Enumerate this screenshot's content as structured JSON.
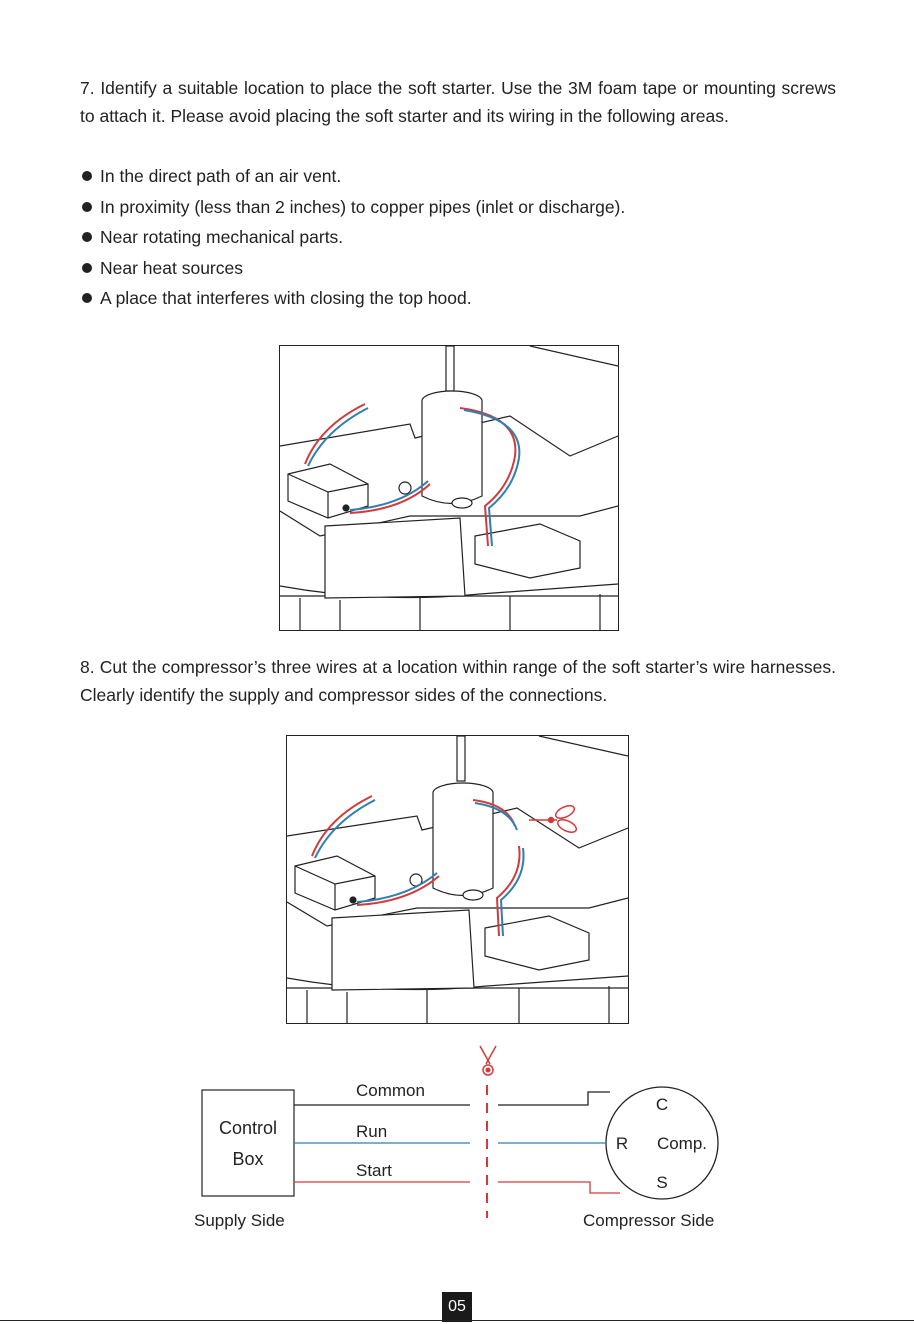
{
  "step7": {
    "text": "7. Identify a suitable location to place the soft starter. Use the 3M foam tape or mounting screws to attach it. Please avoid placing the soft starter and its wiring in the following areas.",
    "bullets": [
      "In the direct path of an air vent.",
      "In proximity (less than 2 inches) to copper pipes (inlet or discharge).",
      "Near rotating mechanical parts.",
      "Near heat sources",
      "A place that interferes with closing the top hood."
    ]
  },
  "step8": {
    "text": "8. Cut the compressor’s three wires at a location within range of the soft starter’s wire harnesses. Clearly identify the supply and compressor sides of the connections."
  },
  "wiring_diagram": {
    "control_box_line1": "Control",
    "control_box_line2": "Box",
    "wires": [
      "Common",
      "Run",
      "Start"
    ],
    "compressor_terminals": {
      "c": "C",
      "r": "R",
      "s": "S"
    },
    "compressor_label": "Comp.",
    "supply_side_label": "Supply Side",
    "compressor_side_label": "Compressor Side"
  },
  "colors": {
    "wire_common": "#222222",
    "wire_run": "#2f7fb0",
    "wire_start": "#d43a3a",
    "cut_marker": "#d43a3a"
  },
  "icons": [
    "scissors-icon",
    "bullet-dot-icon"
  ],
  "page_number": "05"
}
